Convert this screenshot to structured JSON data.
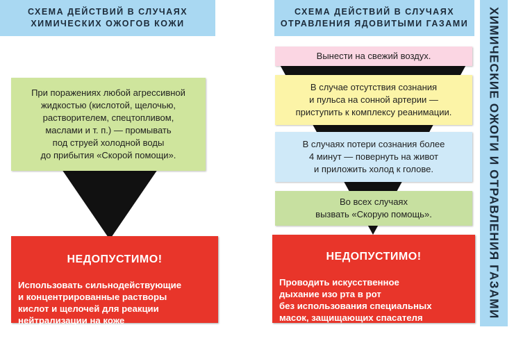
{
  "left": {
    "header": "СХЕМА ДЕЙСТВИЙ В СЛУЧАЯХ\nХИМИЧЕСКИХ ОЖОГОВ КОЖИ",
    "step": "При поражениях любой агрессивной\nжидкостью (кислотой, щелочью,\nрастворителем, спецтопливом,\nмаслами и т. п.) — промывать\nпод струей холодной воды\nдо прибытия «Скорой помощи».",
    "warning_title": "НЕДОПУСТИМО!",
    "warning_text": "Использовать сильнодействующие\nи концентрированные растворы\nкислот и щелочей для реакции\nнейтрализации на коже\nпострадавшего."
  },
  "right": {
    "header": "СХЕМА ДЕЙСТВИЙ В СЛУЧАЯХ\nОТРАВЛЕНИЯ ЯДОВИТЫМИ ГАЗАМИ",
    "steps": [
      "Вынести на свежий воздух.",
      "В случае отсутствия сознания\nи пульса на сонной артерии —\nприступить к комплексу реанимации.",
      "В случаях потери сознания более\n4 минут — повернуть на живот\nи приложить холод к голове.",
      "Во всех случаях\nвызвать «Скорую помощь»."
    ],
    "warning_title": "НЕДОПУСТИМО!",
    "warning_text": "Проводить искусственное\nдыхание изо рта в рот\nбез использования специальных\nмасок, защищающих спасателя\nот выдоха пострадавшего."
  },
  "side_title": "ХИМИЧЕСКИЕ ОЖОГИ И ОТРАВЛЕНИЯ ГАЗАМИ",
  "colors": {
    "header": "#a9d8f2",
    "triangle": "#111111",
    "warning": "#e8352a",
    "step_green": "#cfe59d",
    "step_pink": "#fbd6e3",
    "step_yellow": "#fcf4a7",
    "step_blue": "#cfe9f8"
  }
}
